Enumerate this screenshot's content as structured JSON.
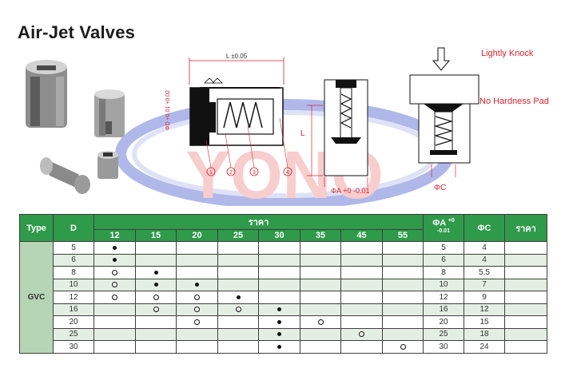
{
  "title": "Air-Jet Valves",
  "diagram": {
    "dim_length": "L ±0.05",
    "dim_diameter": "ΦD +0.01 +0.02",
    "callouts": [
      "1",
      "2",
      "3",
      "4"
    ],
    "dim_L": "L",
    "dim_A": "ΦA +0 -0.01",
    "dim_C": "ΦC",
    "lightly_knock": "Lightly Knock",
    "no_hardness_pad": "No Hardness Pad",
    "watermark": "YONO"
  },
  "table": {
    "header": {
      "type": "Type",
      "d": "D",
      "price_group": "ราคา",
      "phi_a": "ΦA",
      "phi_a_tol_upper": "+0",
      "phi_a_tol_lower": "-0.01",
      "phi_c": "ΦC",
      "price": "ราคา"
    },
    "sizes": [
      "12",
      "15",
      "20",
      "25",
      "30",
      "35",
      "45",
      "55"
    ],
    "type_label": "GVC",
    "rows": [
      {
        "d": "5",
        "marks": [
          "dot",
          "",
          "",
          "",
          "",
          "",
          "",
          ""
        ],
        "a": "5",
        "c": "4"
      },
      {
        "d": "6",
        "marks": [
          "dot",
          "",
          "",
          "",
          "",
          "",
          "",
          ""
        ],
        "a": "6",
        "c": "4"
      },
      {
        "d": "8",
        "marks": [
          "ring",
          "dot",
          "",
          "",
          "",
          "",
          "",
          ""
        ],
        "a": "8",
        "c": "5.5"
      },
      {
        "d": "10",
        "marks": [
          "ring",
          "dot",
          "dot",
          "",
          "",
          "",
          "",
          ""
        ],
        "a": "10",
        "c": "7"
      },
      {
        "d": "12",
        "marks": [
          "ring",
          "ring",
          "ring",
          "dot",
          "",
          "",
          "",
          ""
        ],
        "a": "12",
        "c": "9"
      },
      {
        "d": "16",
        "marks": [
          "",
          "ring",
          "ring",
          "ring",
          "dot",
          "",
          "",
          ""
        ],
        "a": "16",
        "c": "12"
      },
      {
        "d": "20",
        "marks": [
          "",
          "",
          "ring",
          "",
          "dot",
          "ring",
          "",
          ""
        ],
        "a": "20",
        "c": "15"
      },
      {
        "d": "25",
        "marks": [
          "",
          "",
          "",
          "",
          "dot",
          "",
          "ring",
          ""
        ],
        "a": "25",
        "c": "18"
      },
      {
        "d": "30",
        "marks": [
          "",
          "",
          "",
          "",
          "dot",
          "",
          "",
          "ring"
        ],
        "a": "30",
        "c": "24"
      }
    ]
  }
}
